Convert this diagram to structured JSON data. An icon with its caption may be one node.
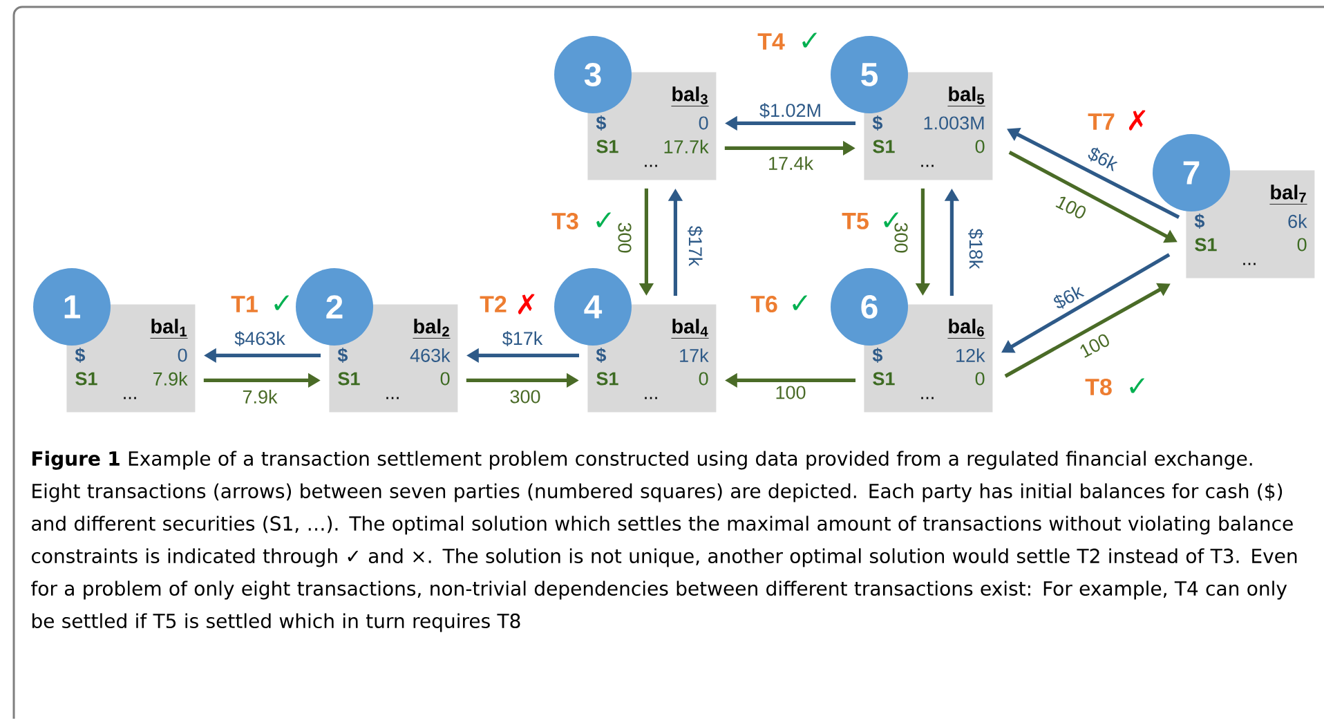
{
  "diagram": {
    "caption": "**Figure 1** Example of a transaction settlement problem constructed using data provided from a regulated financial exchange. Eight transactions (arrows) between seven parties (numbered squares) are depicted. Each party has initial balances for cash ($) and different securities (S1, …). The optimal solution which settles the maximal amount of transactions without violating balance constraints is indicated through ✓ and ×. The solution is not unique, another optimal solution would settle T2 instead of T3. Even for a problem of only eight transactions, non-trivial dependencies between different transactions exist: For example, T4 can only be settled if T5 is settled which in turn requires T8",
    "nodes": [
      {
        "text": [
          "1",
          "bal$_{1}$",
          "$",
          "0",
          "S1",
          "7.9k",
          "..."
        ]
      },
      {
        "text": [
          "2",
          "bal$_{2}$",
          "$",
          "463k",
          "S1",
          "0",
          "..."
        ]
      },
      {
        "text": [
          "3",
          "bal$_{3}$",
          "$",
          "0",
          "S1",
          "17.7k",
          "..."
        ]
      },
      {
        "text": [
          "4",
          "bal$_{4}$",
          "$",
          "17k",
          "S1",
          "0",
          "..."
        ]
      },
      {
        "text": [
          "5",
          "bal$_{5}$",
          "$",
          "1.003M",
          "S1",
          "0",
          "..."
        ]
      },
      {
        "text": [
          "6",
          "bal$_{6}$",
          "$",
          "12k",
          "S1",
          "0",
          "..."
        ]
      },
      {
        "text": [
          "7",
          "bal$_{7}$",
          "$",
          "6k",
          "S1",
          "0",
          "..."
        ]
      }
    ],
    "edges": [
      {
        "from": 1,
        "to": 0,
        "arrow": "to",
        "label": "$463k",
        "color": "#2e5a88"
      },
      {
        "from": 0,
        "to": 1,
        "arrow": "to",
        "label": "7.9k"
      },
      {
        "from": 3,
        "to": 1,
        "arrow": "to",
        "label": "$17k",
        "color": "#2e5a88"
      },
      {
        "from": 1,
        "to": 3,
        "arrow": "to",
        "label": "300"
      },
      {
        "from": 2,
        "to": 3,
        "arrow": "to",
        "label": "300"
      },
      {
        "from": 3,
        "to": 2,
        "arrow": "to",
        "label": "$17k",
        "color": "#2e5a88"
      },
      {
        "from": 4,
        "to": 2,
        "arrow": "to",
        "label": "$1.02M",
        "color": "#2e5a88"
      },
      {
        "from": 2,
        "to": 4,
        "arrow": "to",
        "label": "17.4k"
      },
      {
        "from": 4,
        "to": 5,
        "arrow": "to",
        "label": "300"
      },
      {
        "from": 5,
        "to": 4,
        "arrow": "to",
        "label": "$18k",
        "color": "#2e5a88"
      },
      {
        "from": 5,
        "to": 3,
        "arrow": "to",
        "label": "100"
      },
      {
        "from": 6,
        "to": 4,
        "arrow": "to",
        "label": "$6k",
        "color": "#2e5a88"
      },
      {
        "from": 4,
        "to": 6,
        "arrow": "to",
        "label": "100"
      },
      {
        "from": 6,
        "to": 5,
        "arrow": "to",
        "label": "$6k",
        "color": "#2e5a88"
      },
      {
        "from": 5,
        "to": 6,
        "arrow": "to",
        "label": "100"
      }
    ],
    "labels": [
      "T4",
      "✓",
      "T7",
      "✗",
      "T3",
      "✓",
      "T5",
      "✓",
      "T1",
      "✓",
      "T2",
      "✗",
      "T6",
      "✓",
      "T8",
      "✓"
    ]
  }
}
